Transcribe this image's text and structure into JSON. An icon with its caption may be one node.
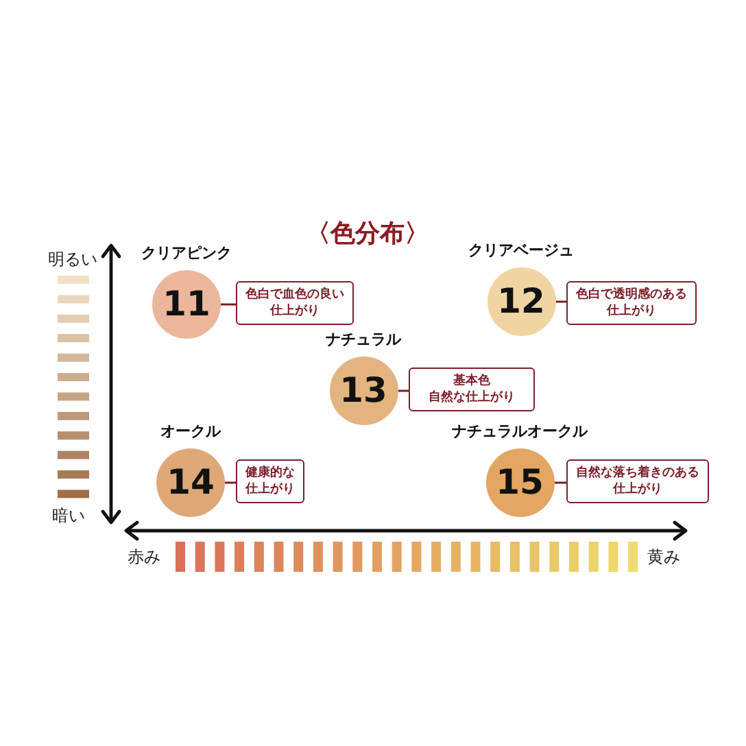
{
  "diagram": {
    "title": "〈色分布〉",
    "nodes": [
      {
        "text": [
          "クリアピンク",
          "11"
        ]
      },
      {
        "text": [
          "色白で血色の良い仕上がり"
        ]
      },
      {
        "text": [
          "クリアベージュ",
          "12"
        ]
      },
      {
        "text": [
          "色白で透明感のある仕上がり"
        ]
      },
      {
        "text": [
          "ナチュラル",
          "13"
        ]
      },
      {
        "text": [
          "基本色",
          "自然な仕上がり"
        ]
      },
      {
        "text": [
          "オークル",
          "14"
        ]
      },
      {
        "text": [
          "健康的な仕上がり"
        ]
      },
      {
        "text": [
          "ナチュラルオークル",
          "15"
        ]
      },
      {
        "text": [
          "自然な落ち着きのある仕上がり"
        ]
      }
    ],
    "edges": [
      {
        "from": 0,
        "to": 1,
        "arrow": "none"
      },
      {
        "from": 2,
        "to": 3,
        "arrow": "none"
      },
      {
        "from": 4,
        "to": 5,
        "arrow": "none"
      },
      {
        "from": 6,
        "to": 7,
        "arrow": "none"
      },
      {
        "from": 8,
        "to": 9,
        "arrow": "none"
      }
    ],
    "labels": [
      "明るい",
      "暗い",
      "赤み",
      "黄み"
    ]
  }
}
